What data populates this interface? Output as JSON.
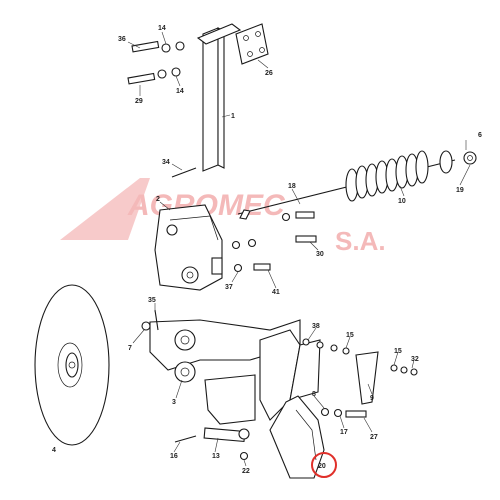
{
  "watermark": {
    "line1": "AGROMEC",
    "line2": "S.A.",
    "color": "#f4b9b9"
  },
  "highlight_color": "#e0302a",
  "part_labels": [
    {
      "id": "p36",
      "text": "36"
    },
    {
      "id": "p14a",
      "text": "14"
    },
    {
      "id": "p29",
      "text": "29"
    },
    {
      "id": "p14b",
      "text": "14"
    },
    {
      "id": "p26",
      "text": "26"
    },
    {
      "id": "p1",
      "text": "1"
    },
    {
      "id": "p34",
      "text": "34"
    },
    {
      "id": "p6",
      "text": "6"
    },
    {
      "id": "p19",
      "text": "19"
    },
    {
      "id": "p10",
      "text": "10"
    },
    {
      "id": "p18",
      "text": "18"
    },
    {
      "id": "p2",
      "text": "2"
    },
    {
      "id": "p30",
      "text": "30"
    },
    {
      "id": "p37",
      "text": "37"
    },
    {
      "id": "p41",
      "text": "41"
    },
    {
      "id": "p35",
      "text": "35"
    },
    {
      "id": "p7",
      "text": "7"
    },
    {
      "id": "p38",
      "text": "38"
    },
    {
      "id": "p15a",
      "text": "15"
    },
    {
      "id": "p15b",
      "text": "15"
    },
    {
      "id": "p32",
      "text": "32"
    },
    {
      "id": "p9",
      "text": "9"
    },
    {
      "id": "p3",
      "text": "3"
    },
    {
      "id": "p8",
      "text": "8"
    },
    {
      "id": "p17",
      "text": "17"
    },
    {
      "id": "p27",
      "text": "27"
    },
    {
      "id": "p4",
      "text": "4"
    },
    {
      "id": "p16",
      "text": "16"
    },
    {
      "id": "p13",
      "text": "13"
    },
    {
      "id": "p22",
      "text": "22"
    },
    {
      "id": "p20",
      "text": "20"
    }
  ]
}
